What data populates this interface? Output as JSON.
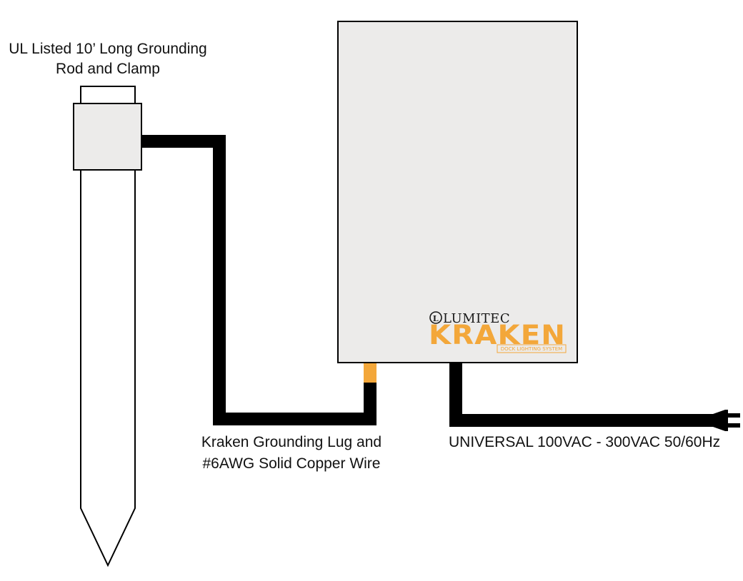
{
  "labels": {
    "rod_line1": "UL Listed 10’ Long Grounding",
    "rod_line2": "Rod and Clamp",
    "lug_line1": "Kraken Grounding Lug and",
    "lug_line2": "#6AWG Solid Copper Wire",
    "power": "UNIVERSAL 100VAC - 300VAC 50/60Hz"
  },
  "logo": {
    "brand_mark": "L",
    "brand": "LUMITEC",
    "product": "KRAKEN",
    "tagline": "DOCK LIGHTING SYSTEM"
  },
  "colors": {
    "enclosure_fill": "#ecebea",
    "clamp_fill": "#ecebea",
    "wire": "#000000",
    "lug": "#f3a73a",
    "outline": "#000000"
  }
}
